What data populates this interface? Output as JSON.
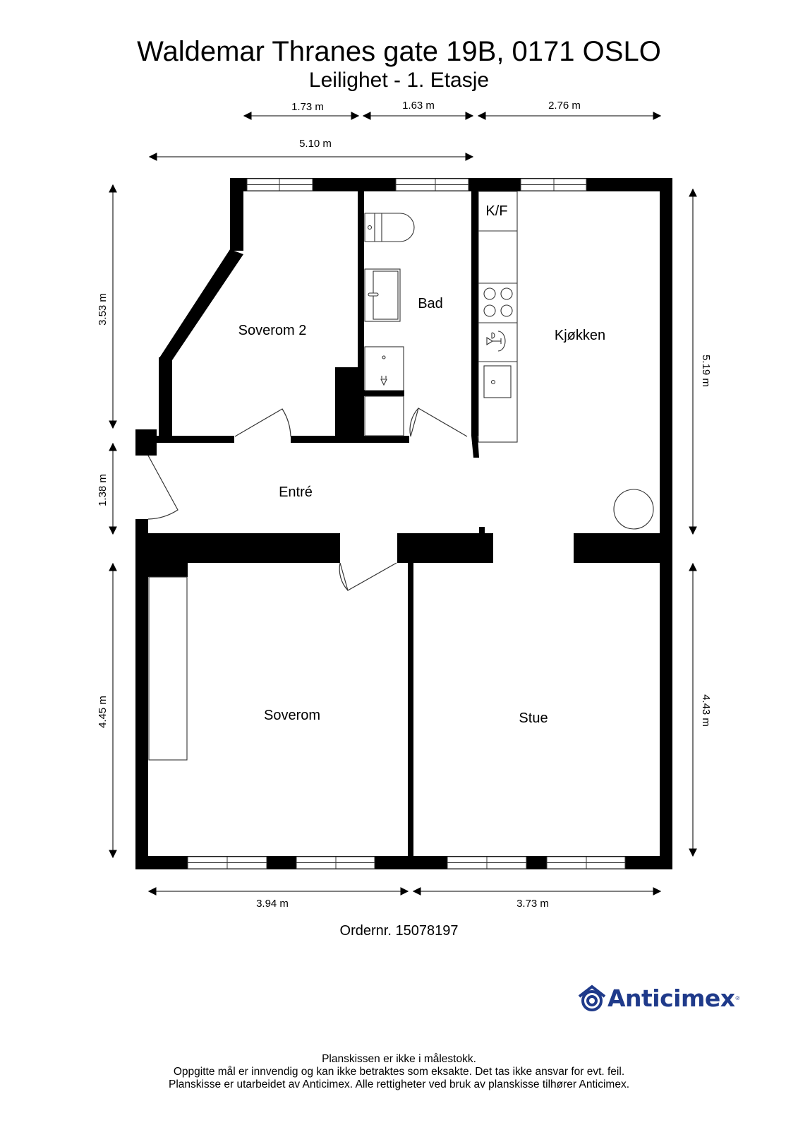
{
  "header": {
    "title": "Waldemar Thranes gate 19B, 0171 OSLO",
    "subtitle": "Leilighet - 1. Etasje"
  },
  "dimensions": {
    "top_1": "1.73 m",
    "top_2": "1.63 m",
    "top_3": "2.76 m",
    "top_total": "5.10 m",
    "left_upper": "3.53 m",
    "left_middle": "1.38 m",
    "left_lower": "4.45 m",
    "right_upper": "5.19 m",
    "right_lower": "4.43 m",
    "bottom_left": "3.94 m",
    "bottom_right": "3.73 m"
  },
  "rooms": {
    "soverom2": "Soverom 2",
    "bad": "Bad",
    "kf": "K/F",
    "kjokken": "Kjøkken",
    "entre": "Entré",
    "soverom": "Soverom",
    "stue": "Stue"
  },
  "order": "Ordernr. 15078197",
  "logo": {
    "name": "Anticimex",
    "registered": "®",
    "icon": "anticimex-spiral-icon",
    "color": "#1f3a8a"
  },
  "footer": {
    "line1": "Planskissen er ikke i målestokk.",
    "line2": "Oppgitte mål er innvendig og kan ikke betraktes som eksakte. Det tas ikke ansvar for evt. feil.",
    "line3": "Planskisse er utarbeidet av Anticimex. Alle rettigheter ved bruk av planskisse tilhører Anticimex."
  },
  "colors": {
    "wall": "#000000",
    "line": "#333333",
    "background": "#ffffff",
    "brand": "#1f3a8a"
  }
}
